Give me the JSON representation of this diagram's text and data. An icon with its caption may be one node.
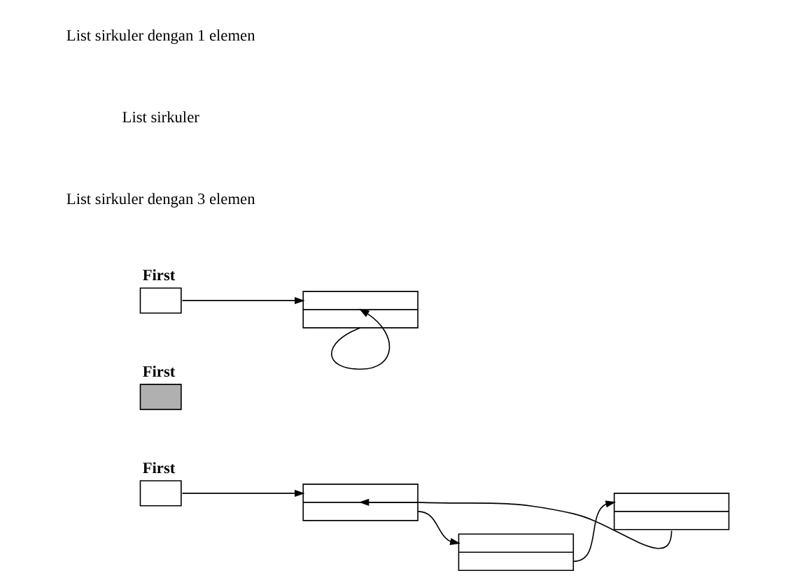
{
  "diagram": {
    "nodes": [
      {
        "text": [
          "First"
        ]
      },
      {
        "text": [],
        "shape": "box"
      },
      {
        "text": [],
        "shape": "box"
      },
      {
        "text": [],
        "shape": "box"
      },
      {
        "text": [
          "First"
        ]
      },
      {
        "text": [
          "First"
        ]
      },
      {
        "text": [],
        "shape": "box"
      }
    ],
    "edges": [
      {
        "from": 0,
        "to": 1,
        "arrow": "to"
      },
      {
        "from": 1,
        "to": 2,
        "arrow": "to"
      },
      {
        "from": 2,
        "to": 3,
        "arrow": "to"
      },
      {
        "from": 3,
        "to": 1,
        "arrow": "to"
      },
      {
        "from": 5,
        "to": 6,
        "arrow": "to"
      },
      {
        "from": 6,
        "to": 6,
        "arrow": "to"
      }
    ],
    "labels": [
      "List sirkuler dengan 3 elemen",
      "List sirkuler",
      "List sirkuler dengan 1 elemen"
    ]
  }
}
